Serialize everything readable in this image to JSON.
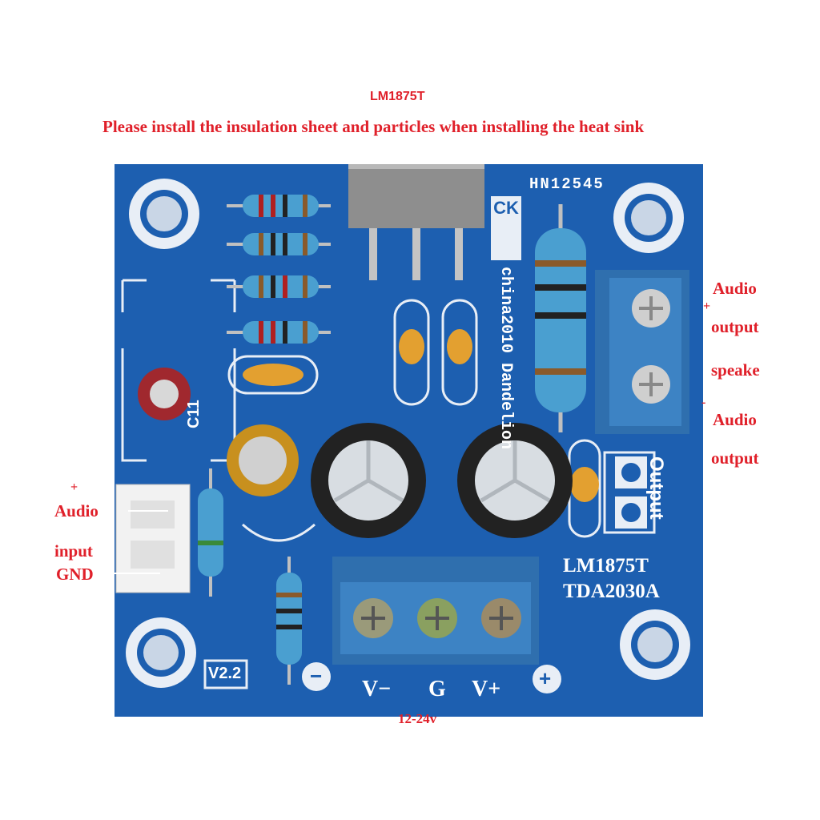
{
  "annotations": {
    "chip_title": "LM1875T",
    "install_note": "Please install the insulation sheet and particles when installing the heat sink",
    "supply_voltage": "12-24v",
    "left": {
      "plus": "+",
      "audio": "Audio",
      "input": "input",
      "gnd": "GND"
    },
    "right": {
      "audio_1": "Audio",
      "plus": "+",
      "output_1": "output",
      "speaker": "speake",
      "minus": "-",
      "audio_2": "Audio",
      "output_2": "output"
    }
  },
  "board": {
    "color": "#1d5fb0",
    "part_code": "HN12545",
    "logo": "CK",
    "brand": "china2010 Dandelion",
    "chip_1": "LM1875T",
    "chip_2": "TDA2030A",
    "version": "V2.2",
    "output_label": "Output",
    "silk_c11": "C11",
    "power_labels": {
      "v_minus": "V−",
      "ground": "G",
      "v_plus": "V+"
    },
    "polarity_minus": "−",
    "polarity_plus": "+"
  }
}
